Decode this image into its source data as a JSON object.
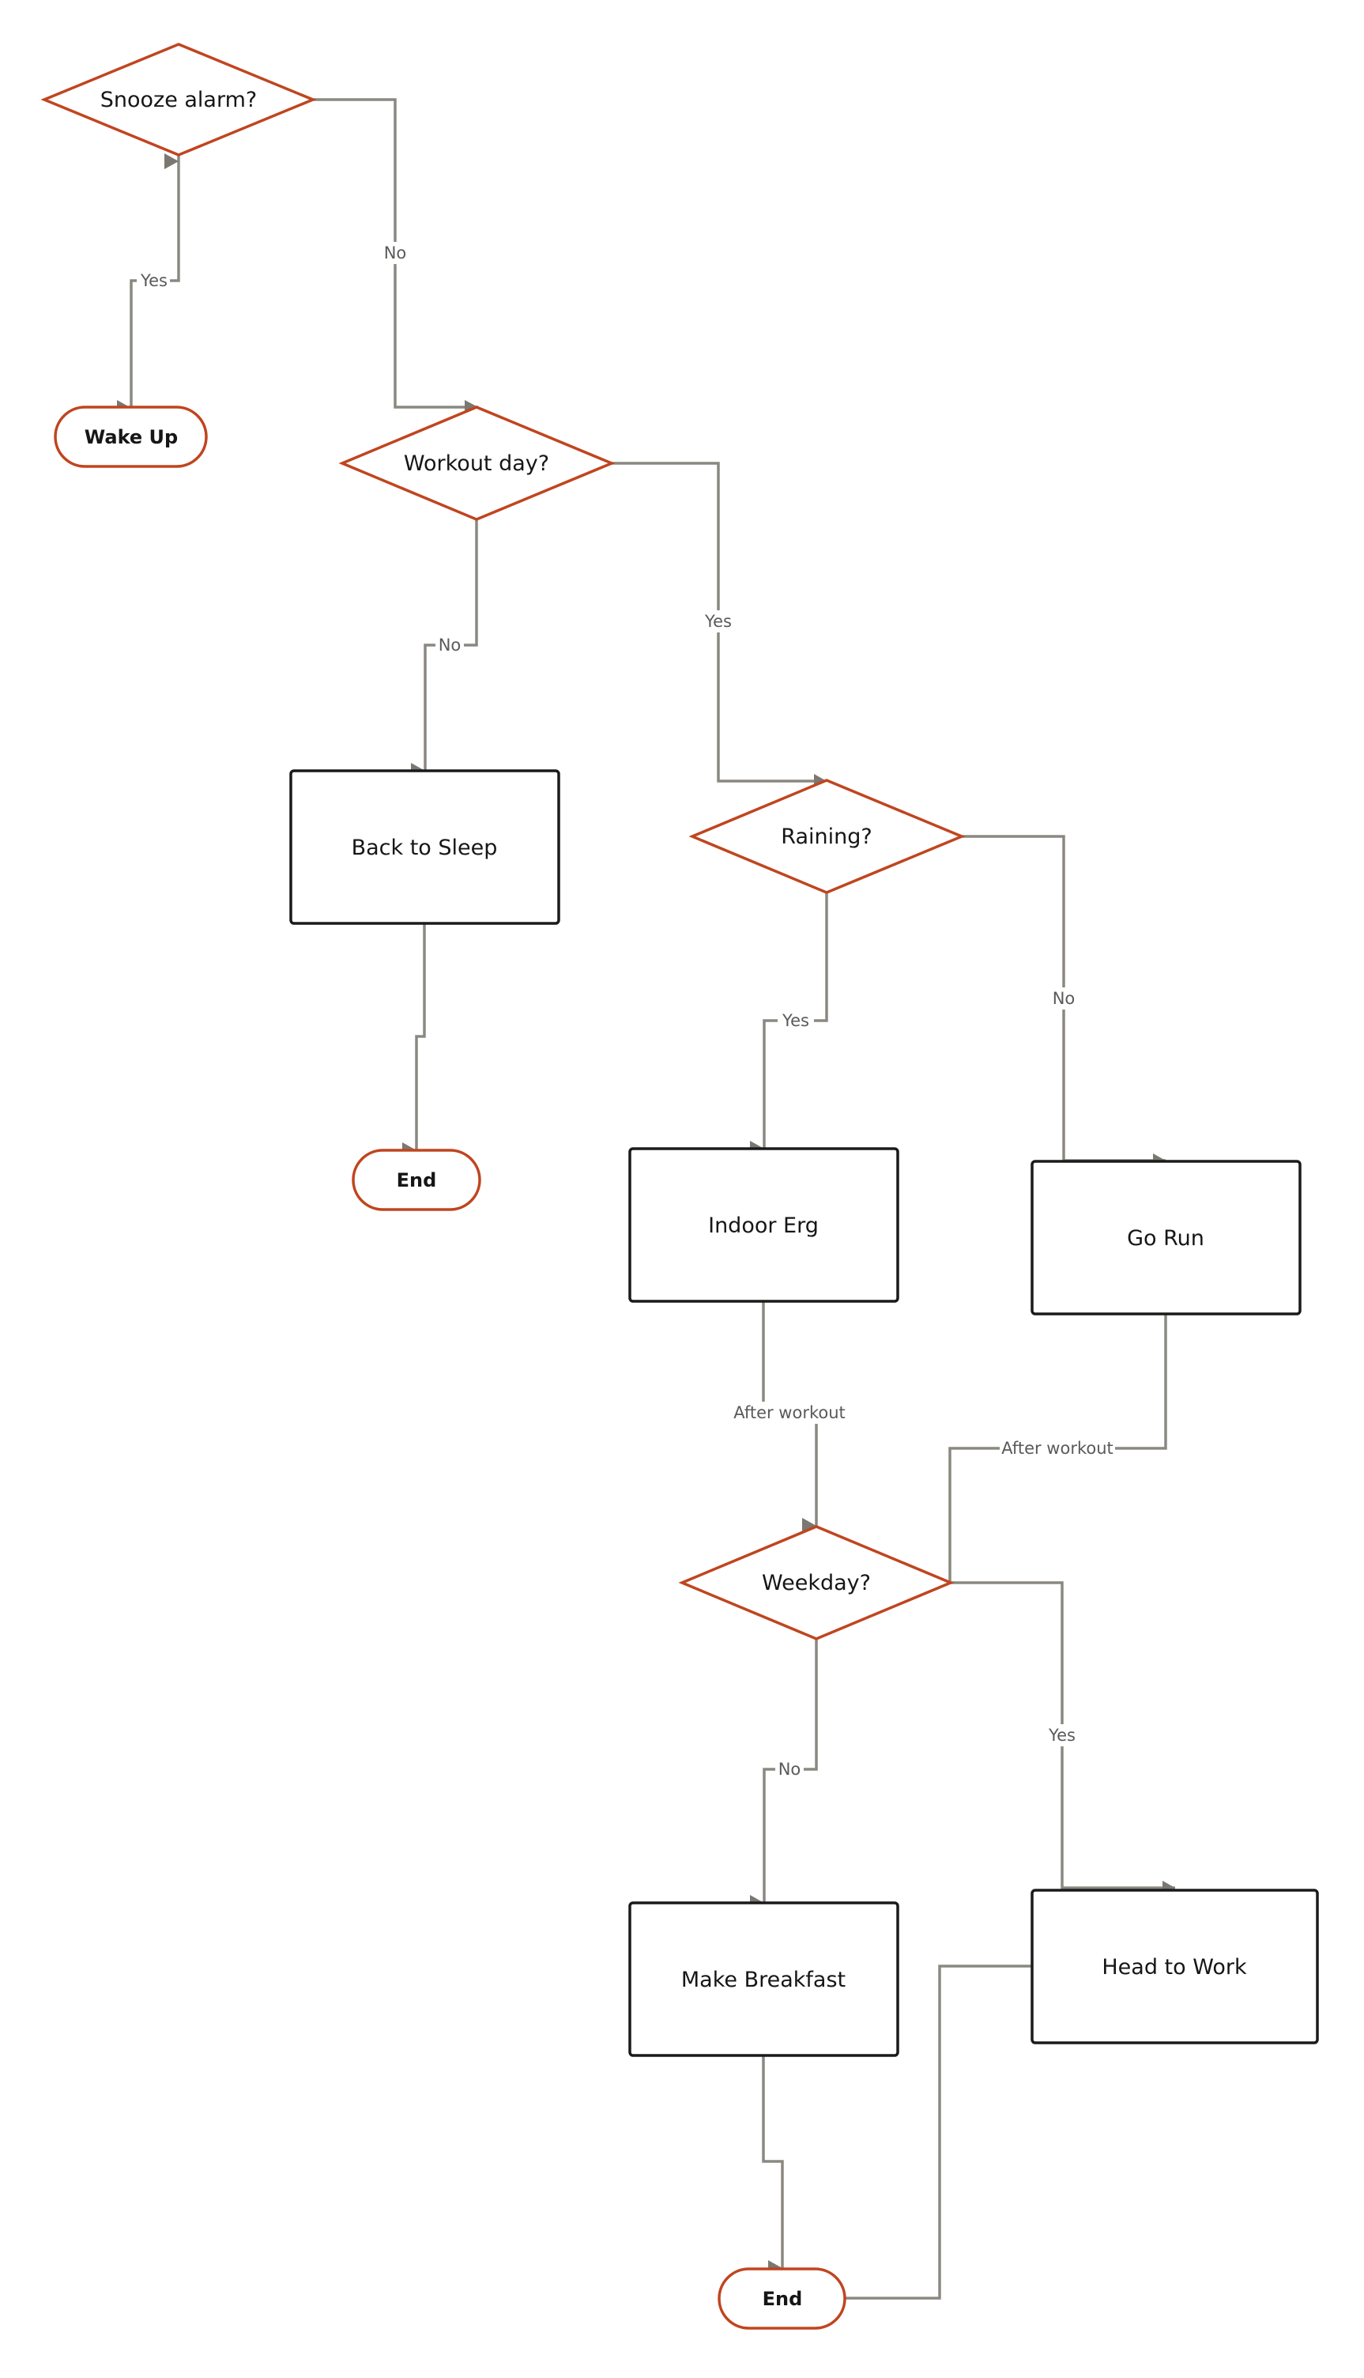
{
  "nodes": {
    "snooze": {
      "label": "Snooze alarm?",
      "shape": "decision"
    },
    "wake_up": {
      "label": "Wake Up",
      "shape": "terminal"
    },
    "workout_day": {
      "label": "Workout day?",
      "shape": "decision"
    },
    "back_to_sleep": {
      "label": "Back to Sleep",
      "shape": "process"
    },
    "end_1": {
      "label": "End",
      "shape": "terminal"
    },
    "raining": {
      "label": "Raining?",
      "shape": "decision"
    },
    "indoor_erg": {
      "label": "Indoor Erg",
      "shape": "process"
    },
    "go_run": {
      "label": "Go Run",
      "shape": "process"
    },
    "weekday": {
      "label": "Weekday?",
      "shape": "decision"
    },
    "make_breakfast": {
      "label": "Make Breakfast",
      "shape": "process"
    },
    "head_to_work": {
      "label": "Head to Work",
      "shape": "process"
    },
    "end_2": {
      "label": "End",
      "shape": "terminal"
    }
  },
  "edges": {
    "snooze_yes": {
      "from": "snooze",
      "to": "wake_up",
      "label": "Yes"
    },
    "snooze_no": {
      "from": "snooze",
      "to": "workout_day",
      "label": "No"
    },
    "workout_no": {
      "from": "workout_day",
      "to": "back_to_sleep",
      "label": "No"
    },
    "workout_yes": {
      "from": "workout_day",
      "to": "raining",
      "label": "Yes"
    },
    "sleep_end": {
      "from": "back_to_sleep",
      "to": "end_1",
      "label": ""
    },
    "raining_yes": {
      "from": "raining",
      "to": "indoor_erg",
      "label": "Yes"
    },
    "raining_no": {
      "from": "raining",
      "to": "go_run",
      "label": "No"
    },
    "erg_after": {
      "from": "indoor_erg",
      "to": "weekday",
      "label": "After workout"
    },
    "run_after": {
      "from": "go_run",
      "to": "weekday",
      "label": "After workout"
    },
    "weekday_no": {
      "from": "weekday",
      "to": "make_breakfast",
      "label": "No"
    },
    "weekday_yes": {
      "from": "weekday",
      "to": "head_to_work",
      "label": "Yes"
    },
    "breakfast_end": {
      "from": "make_breakfast",
      "to": "end_2",
      "label": ""
    },
    "work_end": {
      "from": "head_to_work",
      "to": "end_2",
      "label": ""
    }
  },
  "colors": {
    "decision_stroke": "#c0451f",
    "terminal_stroke": "#c0451f",
    "process_stroke": "#1a1a1a",
    "edge": "#8a8880",
    "arrowhead": "#7a7870"
  }
}
